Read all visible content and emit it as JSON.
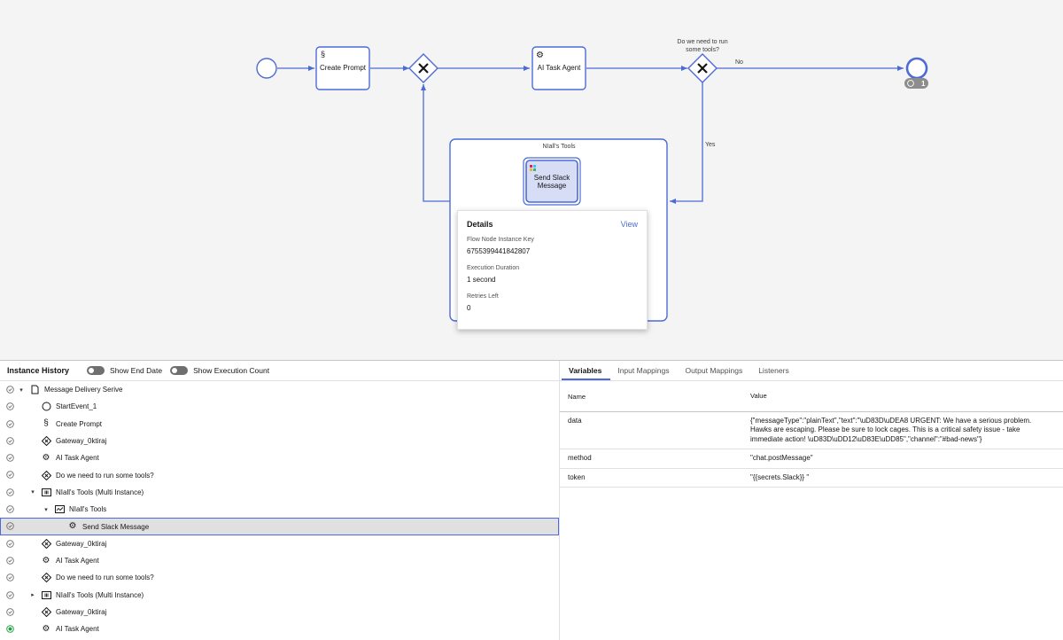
{
  "diagram": {
    "tasks": {
      "create_prompt": "Create Prompt",
      "ai_task_agent": "AI Task Agent",
      "send_slack": [
        "Send Slack",
        "Message"
      ]
    },
    "gateway_question": [
      "Do we need to run",
      "some tools?"
    ],
    "flow_no": "No",
    "flow_yes": "Yes",
    "subprocess_title": "NIall's Tools",
    "end_badge_count": "1"
  },
  "popover": {
    "title": "Details",
    "view_link": "View",
    "fields": [
      {
        "label": "Flow Node Instance Key",
        "value": "6755399441842807"
      },
      {
        "label": "Execution Duration",
        "value": "1 second"
      },
      {
        "label": "Retries Left",
        "value": "0"
      }
    ]
  },
  "history": {
    "title": "Instance History",
    "toggle_end_date": "Show End Date",
    "toggle_exec_count": "Show Execution Count",
    "rows": [
      {
        "label": "Message Delivery Serive",
        "icon": "document-icon",
        "chev": "▾",
        "indent": 0
      },
      {
        "label": "StartEvent_1",
        "icon": "start-event-icon",
        "chev": "",
        "indent": 1
      },
      {
        "label": "Create Prompt",
        "icon": "script-task-icon",
        "chev": "",
        "indent": 1
      },
      {
        "label": "Gateway_0ktiraj",
        "icon": "gateway-icon",
        "chev": "",
        "indent": 1
      },
      {
        "label": "AI Task Agent",
        "icon": "gear-icon",
        "chev": "",
        "indent": 1
      },
      {
        "label": "Do we need to run some tools?",
        "icon": "gateway-icon",
        "chev": "",
        "indent": 1
      },
      {
        "label": "NIall's Tools (Multi Instance)",
        "icon": "multi-instance-icon",
        "chev": "▾",
        "indent": 1
      },
      {
        "label": "NIall's Tools",
        "icon": "subprocess-icon",
        "chev": "▾",
        "indent": 2
      },
      {
        "label": "Send Slack Message",
        "icon": "gear-icon",
        "chev": "",
        "indent": 3
      },
      {
        "label": "Gateway_0ktiraj",
        "icon": "gateway-icon",
        "chev": "",
        "indent": 1
      },
      {
        "label": "AI Task Agent",
        "icon": "gear-icon",
        "chev": "",
        "indent": 1
      },
      {
        "label": "Do we need to run some tools?",
        "icon": "gateway-icon",
        "chev": "",
        "indent": 1
      },
      {
        "label": "NIall's Tools (Multi Instance)",
        "icon": "multi-instance-icon",
        "chev": "▸",
        "indent": 1
      },
      {
        "label": "Gateway_0ktiraj",
        "icon": "gateway-icon",
        "chev": "",
        "indent": 1
      },
      {
        "label": "AI Task Agent",
        "icon": "gear-icon",
        "chev": "",
        "indent": 1
      }
    ],
    "selected_label": "Send Slack Message"
  },
  "variables": {
    "tabs": [
      "Variables",
      "Input Mappings",
      "Output Mappings",
      "Listeners"
    ],
    "active_tab": "Variables",
    "col_name": "Name",
    "col_value": "Value",
    "rows": [
      {
        "name": "data",
        "value": "{\"messageType\":\"plainText\",\"text\":\"\\uD83D\\uDEA8 URGENT: We have a serious problem. Hawks are escaping. Please be sure to lock cages. This is a critical safety issue - take immediate action! \\uD83D\\uDD12\\uD83E\\uDD85\",\"channel\":\"#bad-news\"}"
      },
      {
        "name": "method",
        "value": "\"chat.postMessage\""
      },
      {
        "name": "token",
        "value": "\"{{secrets.Slack}} \""
      }
    ]
  },
  "colors": {
    "accent": "#4d6bd6",
    "active_status": "#24a148",
    "completed_status": "#6f6f6f"
  }
}
